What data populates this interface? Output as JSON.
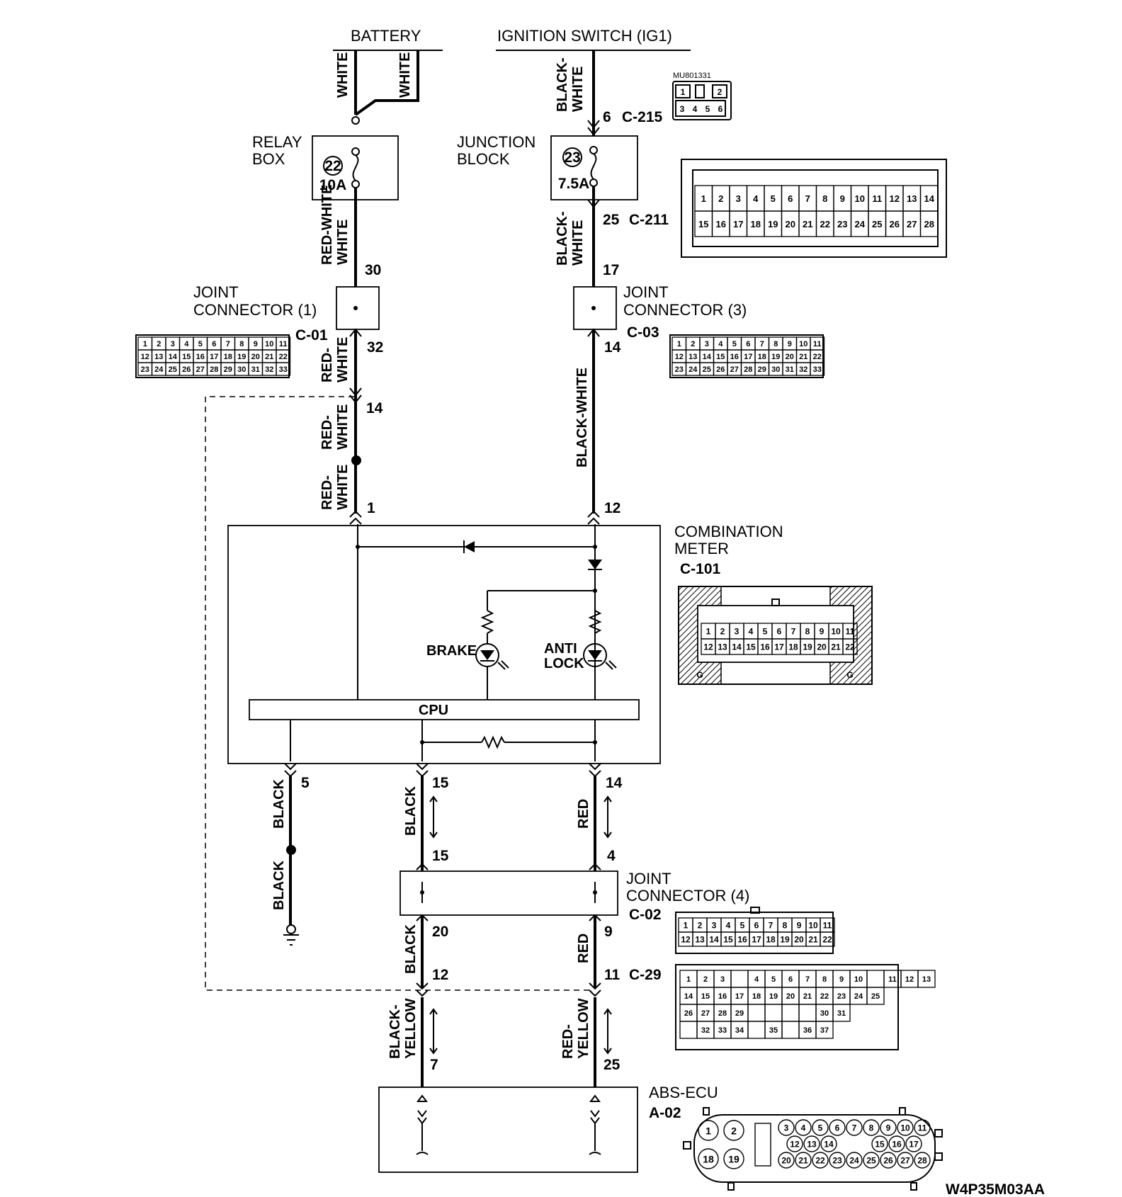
{
  "sources": {
    "battery": "BATTERY",
    "ignition": "IGNITION SWITCH (IG1)"
  },
  "relay_box": {
    "label_1": "RELAY",
    "label_2": "BOX",
    "fuse_no": "22",
    "fuse_rating": "10A"
  },
  "junction_block": {
    "label_1": "JUNCTION",
    "label_2": "BLOCK",
    "fuse_no": "23",
    "fuse_rating": "7.5A"
  },
  "connectors": {
    "c215": {
      "pin": "6",
      "id": "C-215",
      "part_no": "MU801331",
      "pins_top": [
        "1",
        "2"
      ],
      "pins_bottom": [
        "3",
        "4",
        "5",
        "6"
      ]
    },
    "c211": {
      "pin": "25",
      "id": "C-211"
    },
    "joint1": {
      "label_1": "JOINT",
      "label_2": "CONNECTOR (1)",
      "id": "C-01",
      "pin_in": "30",
      "pin_out": "32"
    },
    "joint3": {
      "label_1": "JOINT",
      "label_2": "CONNECTOR (3)",
      "id": "C-03",
      "pin_in": "17",
      "pin_out": "14"
    },
    "joint4": {
      "label_1": "JOINT",
      "label_2": "CONNECTOR (4)",
      "id": "C-02",
      "pin_in_l": "15",
      "pin_in_r": "4",
      "pin_out_l": "20",
      "pin_out_r": "9"
    },
    "c29": {
      "id": "C-29",
      "pin_l": "12",
      "pin_r": "11"
    },
    "a02": {
      "title": "ABS-ECU",
      "id": "A-02",
      "pin_l": "7",
      "pin_r": "25"
    }
  },
  "combination_meter": {
    "label_1": "COMBINATION",
    "label_2": "METER",
    "id": "C-101",
    "pin_pwr_l": "1",
    "pin_pwr_r": "12",
    "pin_gnd": "5",
    "pin_l": "15",
    "pin_r": "14",
    "lamp_brake": "BRAKE",
    "lamp_abs_1": "ANTI",
    "lamp_abs_2": "LOCK",
    "cpu": "CPU",
    "pin_14_left": "14"
  },
  "wires": {
    "white": "WHITE",
    "black_white": "BLACK-WHITE",
    "red_white": "RED-WHITE",
    "black": "BLACK",
    "red": "RED",
    "black_yellow": "BLACK-YELLOW",
    "red_yellow": "RED-YELLOW"
  },
  "diagram_code": "W4P35M03AA"
}
